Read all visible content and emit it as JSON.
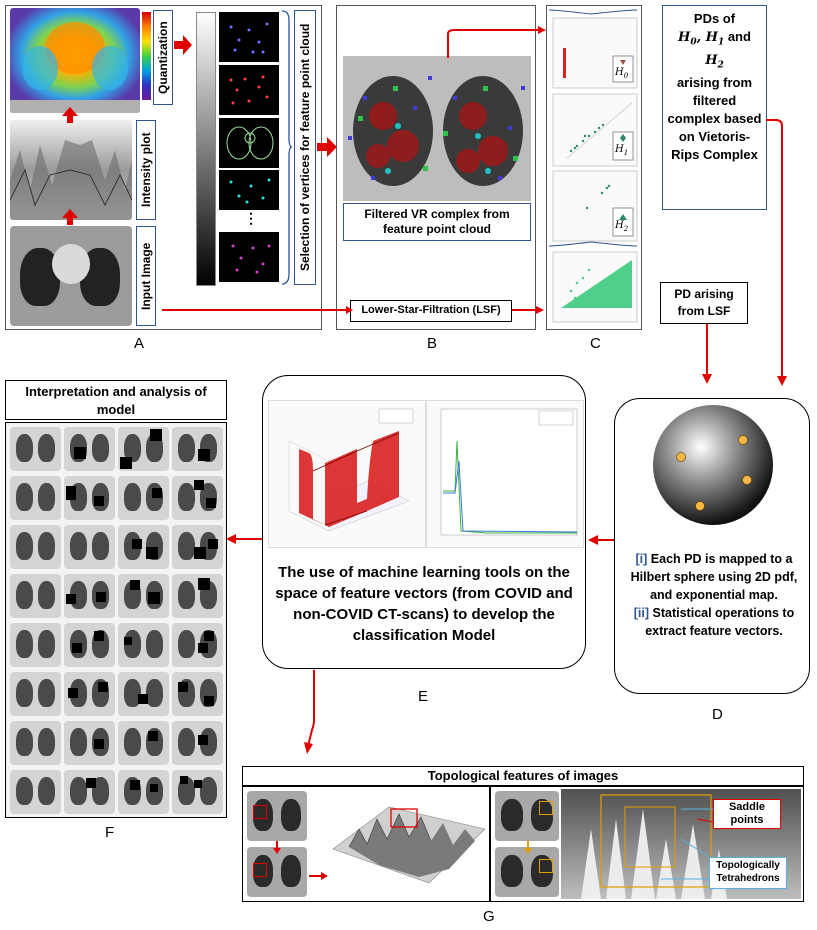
{
  "panelA": {
    "letter": "A",
    "quantization": "Quantization",
    "intensity_plot": "Intensity plot",
    "input_image": "Input Image",
    "selection": "Selection of vertices for feature point cloud"
  },
  "panelB": {
    "letter": "B",
    "filtered_vr": "Filtered VR complex from feature point cloud",
    "lsf": "Lower-Star-Filtration (LSF)"
  },
  "panelC": {
    "letter": "C",
    "pd_labels": [
      "H0",
      "H1",
      "H2"
    ],
    "pds_text_line1": "PDs of",
    "pds_text_rest": "arising from filtered complex based on Vietoris-Rips Complex",
    "h0": "H",
    "sub0": "0",
    "h1": "H",
    "sub1": "1",
    "and": " and ",
    "h2": "H",
    "sub2": "2",
    "pd_lsf": "PD arising from LSF"
  },
  "panelD": {
    "letter": "D",
    "text1_prefix": "[i]",
    "text1": " Each PD is mapped to a Hilbert sphere using 2D pdf, and exponential map.",
    "text2_prefix": "[ii]",
    "text2": " Statistical operations to extract feature vectors."
  },
  "panelE": {
    "letter": "E",
    "text": "The use of machine learning tools on the space of feature vectors (from COVID and non-COVID CT-scans) to develop the classification Model"
  },
  "panelF": {
    "letter": "F",
    "title": "Interpretation and analysis of model"
  },
  "panelG": {
    "letter": "G",
    "title": "Topological features of images",
    "saddle": "Saddle points",
    "tetra": "Topologically Tetrahedrons"
  },
  "colors": {
    "arrow": "#e00000",
    "frame_blue": "#2f5597"
  }
}
